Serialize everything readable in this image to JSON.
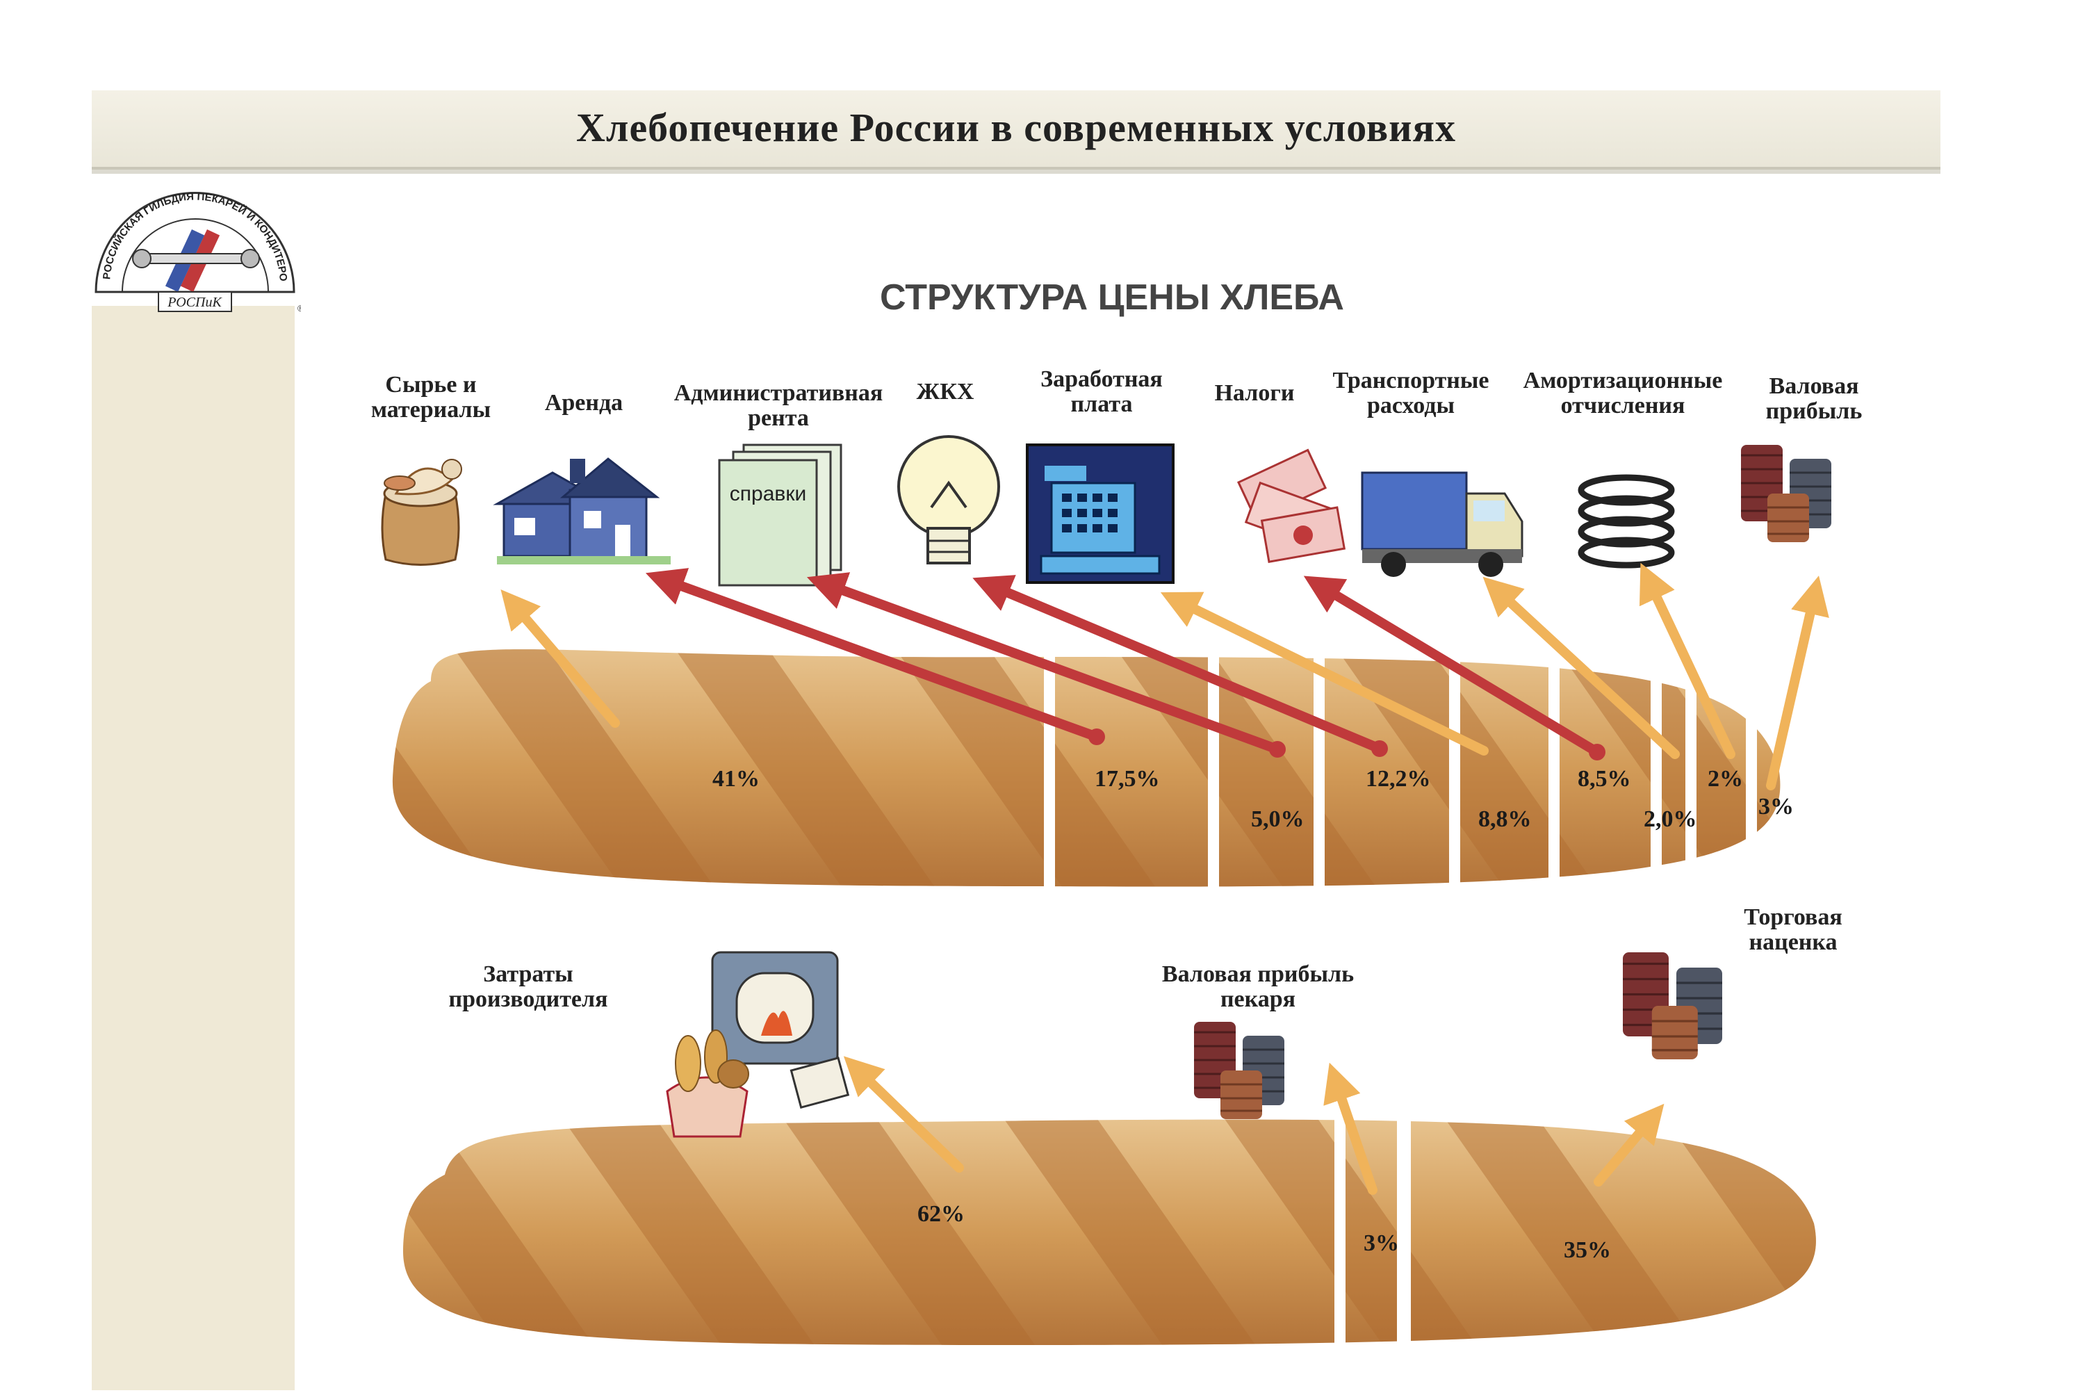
{
  "header": {
    "title": "Хлебопечение России в современных условиях"
  },
  "logo": {
    "ring_text": "РОССИЙСКАЯ ГИЛЬДИЯ ПЕКАРЕЙ И КОНДИТЕРОВ",
    "abbr": "РОСПиК",
    "mark": "®"
  },
  "chart_title": "СТРУКТУРА ЦЕНЫ ХЛЕБА",
  "top_categories": [
    {
      "line1": "Сырье и",
      "line2": "материалы",
      "value": "41%",
      "icon": "barrel-icon"
    },
    {
      "line1": "Аренда",
      "line2": "",
      "value": "17,5%",
      "icon": "house-icon"
    },
    {
      "line1": "Административная",
      "line2": "рента",
      "value": "5,0%",
      "icon": "documents-icon"
    },
    {
      "line1": "ЖКХ",
      "line2": "",
      "value": "12,2%",
      "icon": "lightbulb-icon"
    },
    {
      "line1": "Заработная",
      "line2": "плата",
      "value": "8,8%",
      "icon": "cash-register-icon"
    },
    {
      "line1": "Налоги",
      "line2": "",
      "value": "8,5%",
      "icon": "money-icon"
    },
    {
      "line1": "Транспортные",
      "line2": "расходы",
      "value": "2,0%",
      "icon": "truck-icon"
    },
    {
      "line1": "Амортизационные",
      "line2": "отчисления",
      "value": "2%",
      "icon": "spring-icon"
    },
    {
      "line1": "Валовая",
      "line2": "прибыль",
      "value": "3%",
      "icon": "coins-icon"
    }
  ],
  "documents_text": "справки",
  "bottom_categories": [
    {
      "line1": "Затраты",
      "line2": "производителя",
      "value": "62%",
      "icon": "oven-icon"
    },
    {
      "line1": "Валовая прибыль",
      "line2": "пекаря",
      "value": "3%",
      "icon": "coins-icon"
    },
    {
      "line1": "Торговая",
      "line2": "наценка",
      "value": "35%",
      "icon": "coins-icon"
    }
  ],
  "colors": {
    "arrow_red": "#c0393b",
    "arrow_orange": "#f0b35a",
    "bread": "#d49a55",
    "crust": "#b06a2e"
  },
  "chart_data": [
    {
      "type": "bar",
      "title": "СТРУКТУРА ЦЕНЫ ХЛЕБА",
      "categories": [
        "Сырье и материалы",
        "Аренда",
        "Административная рента",
        "ЖКХ",
        "Заработная плата",
        "Налоги",
        "Транспортные расходы",
        "Амортизационные отчисления",
        "Валовая прибыль"
      ],
      "values": [
        41,
        17.5,
        5.0,
        12.2,
        8.8,
        8.5,
        2.0,
        2,
        3
      ],
      "unit": "%"
    },
    {
      "type": "bar",
      "categories": [
        "Затраты производителя",
        "Валовая прибыль пекаря",
        "Торговая наценка"
      ],
      "values": [
        62,
        3,
        35
      ],
      "unit": "%"
    }
  ]
}
